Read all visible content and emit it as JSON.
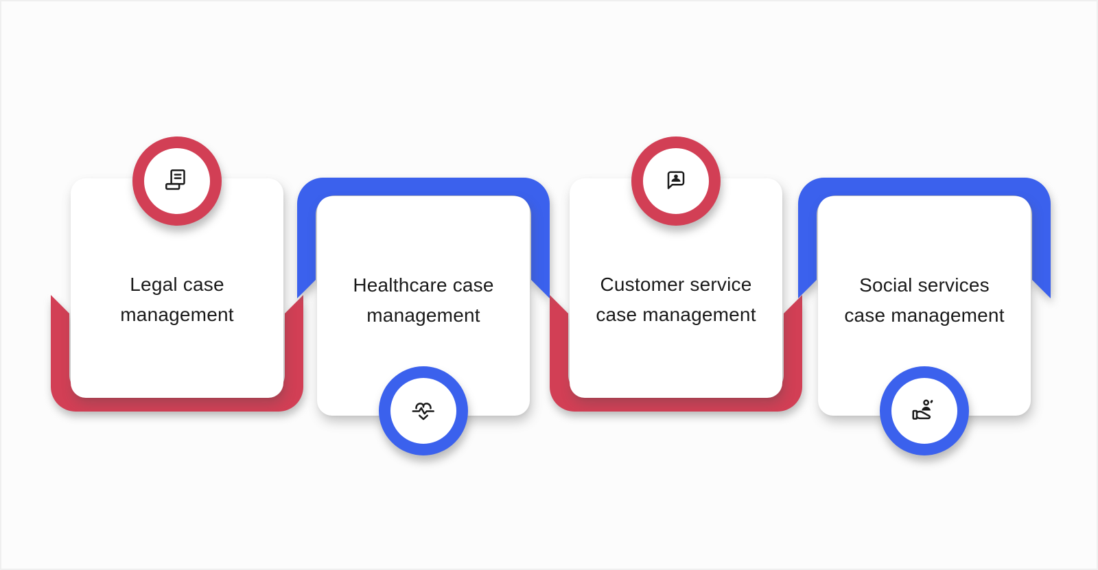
{
  "diagram": {
    "background": "#fcfcfc",
    "colors": {
      "page-bg": "#fcfcfc",
      "red": "#d23f55",
      "blue": "#3b61ed",
      "card-bg": "#ffffff",
      "text": "#191919",
      "icon": "#1a1a1a"
    },
    "cards": [
      {
        "line1": "Legal case",
        "line2": "management",
        "accent": "red",
        "icon": "legal-document-icon",
        "badge_position": "top"
      },
      {
        "line1": "Healthcare case",
        "line2": "management",
        "accent": "blue",
        "icon": "heart-pulse-icon",
        "badge_position": "bottom"
      },
      {
        "line1": "Customer service",
        "line2": "case management",
        "accent": "red",
        "icon": "chat-bubble-person-icon",
        "badge_position": "top"
      },
      {
        "line1": "Social services",
        "line2": "case management",
        "accent": "blue",
        "icon": "hand-care-icon",
        "badge_position": "bottom"
      }
    ]
  }
}
